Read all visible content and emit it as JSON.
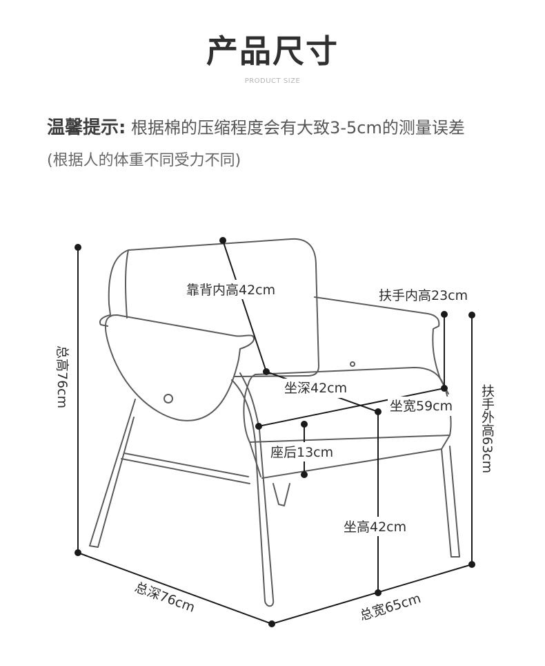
{
  "header": {
    "title": "产品尺寸",
    "subtitle": "PRODUCT SIZE"
  },
  "notice": {
    "label": "温馨提示:",
    "text": "根据棉的压缩程度会有大致3-5cm的测量误差",
    "note": "(根据人的体重不同受力不同)"
  },
  "dimensions": {
    "backrest_inner_height": "靠背内高42cm",
    "armrest_inner_height": "扶手内高23cm",
    "seat_depth": "坐深42cm",
    "seat_width": "坐宽59cm",
    "seat_thickness": "座后13cm",
    "seat_height": "坐高42cm",
    "total_height": "总高76cm",
    "armrest_outer_height": "扶手外高63cm",
    "total_depth": "总深76cm",
    "total_width": "总宽65cm"
  },
  "colors": {
    "line": "#1a1a1a",
    "outline": "#5a5a5a"
  }
}
